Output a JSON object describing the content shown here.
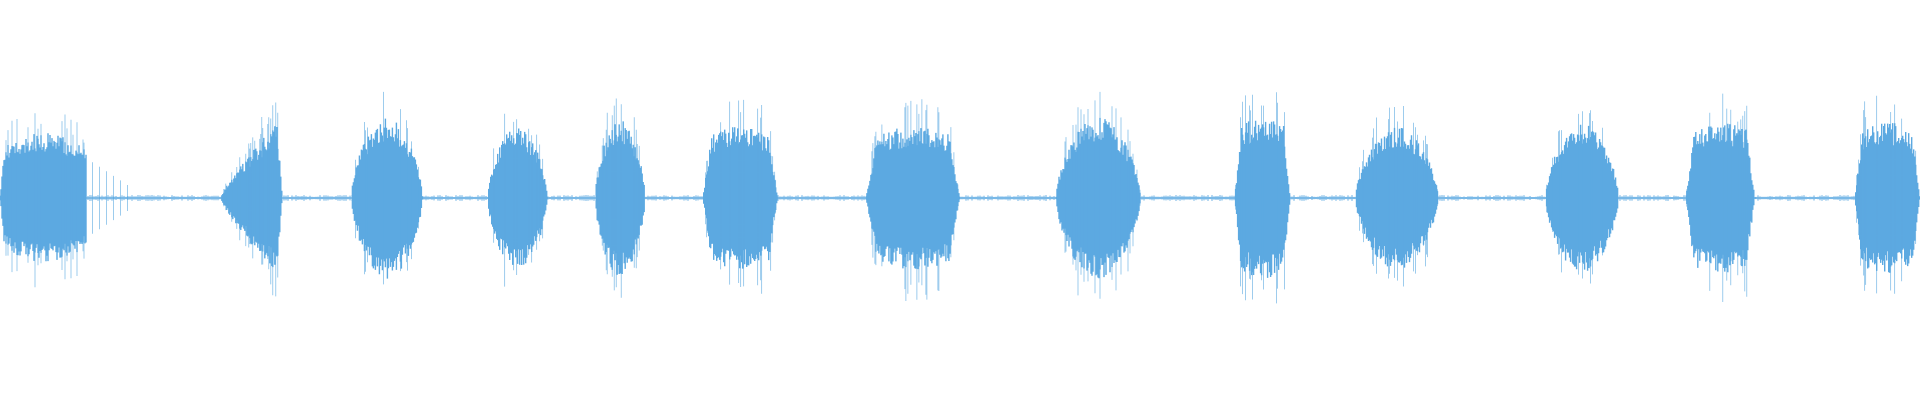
{
  "waveform": {
    "color": "#5ca9e1",
    "background": "#ffffff",
    "segments": [
      {
        "start": 0.0,
        "end": 0.045,
        "amp": 0.5,
        "profile": "flat-ramp",
        "tail_spikes": true
      },
      {
        "start": 0.115,
        "end": 0.147,
        "amp": 0.62,
        "profile": "ramp-up"
      },
      {
        "start": 0.183,
        "end": 0.22,
        "amp": 0.62,
        "profile": "bell"
      },
      {
        "start": 0.254,
        "end": 0.285,
        "amp": 0.55,
        "profile": "bell"
      },
      {
        "start": 0.31,
        "end": 0.336,
        "amp": 0.6,
        "profile": "bell"
      },
      {
        "start": 0.366,
        "end": 0.405,
        "amp": 0.55,
        "profile": "flat"
      },
      {
        "start": 0.451,
        "end": 0.5,
        "amp": 0.55,
        "profile": "flat"
      },
      {
        "start": 0.55,
        "end": 0.594,
        "amp": 0.62,
        "profile": "bell"
      },
      {
        "start": 0.643,
        "end": 0.672,
        "amp": 0.62,
        "profile": "flat"
      },
      {
        "start": 0.706,
        "end": 0.749,
        "amp": 0.55,
        "profile": "bell"
      },
      {
        "start": 0.805,
        "end": 0.843,
        "amp": 0.57,
        "profile": "bell"
      },
      {
        "start": 0.878,
        "end": 0.914,
        "amp": 0.58,
        "profile": "flat"
      },
      {
        "start": 0.966,
        "end": 1.0,
        "amp": 0.58,
        "profile": "flat"
      }
    ],
    "noise_level": 0.015
  }
}
